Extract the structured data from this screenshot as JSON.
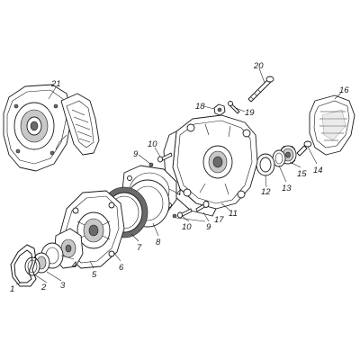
{
  "diagram": {
    "type": "exploded-parts-view",
    "callouts": [
      {
        "id": "c1",
        "label": "1"
      },
      {
        "id": "c2",
        "label": "2"
      },
      {
        "id": "c3",
        "label": "3"
      },
      {
        "id": "c4a",
        "label": "4"
      },
      {
        "id": "c4b",
        "label": "4"
      },
      {
        "id": "c5",
        "label": "5"
      },
      {
        "id": "c6",
        "label": "6"
      },
      {
        "id": "c7",
        "label": "7"
      },
      {
        "id": "c8",
        "label": "8"
      },
      {
        "id": "c9a",
        "label": "9"
      },
      {
        "id": "c9b",
        "label": "9"
      },
      {
        "id": "c10a",
        "label": "10"
      },
      {
        "id": "c10b",
        "label": "10"
      },
      {
        "id": "c11",
        "label": "11"
      },
      {
        "id": "c12",
        "label": "12"
      },
      {
        "id": "c13",
        "label": "13"
      },
      {
        "id": "c14",
        "label": "14"
      },
      {
        "id": "c15",
        "label": "15"
      },
      {
        "id": "c16",
        "label": "16"
      },
      {
        "id": "c17",
        "label": "17"
      },
      {
        "id": "c18",
        "label": "18"
      },
      {
        "id": "c19",
        "label": "19"
      },
      {
        "id": "c20",
        "label": "20"
      },
      {
        "id": "c21",
        "label": "21"
      }
    ]
  }
}
